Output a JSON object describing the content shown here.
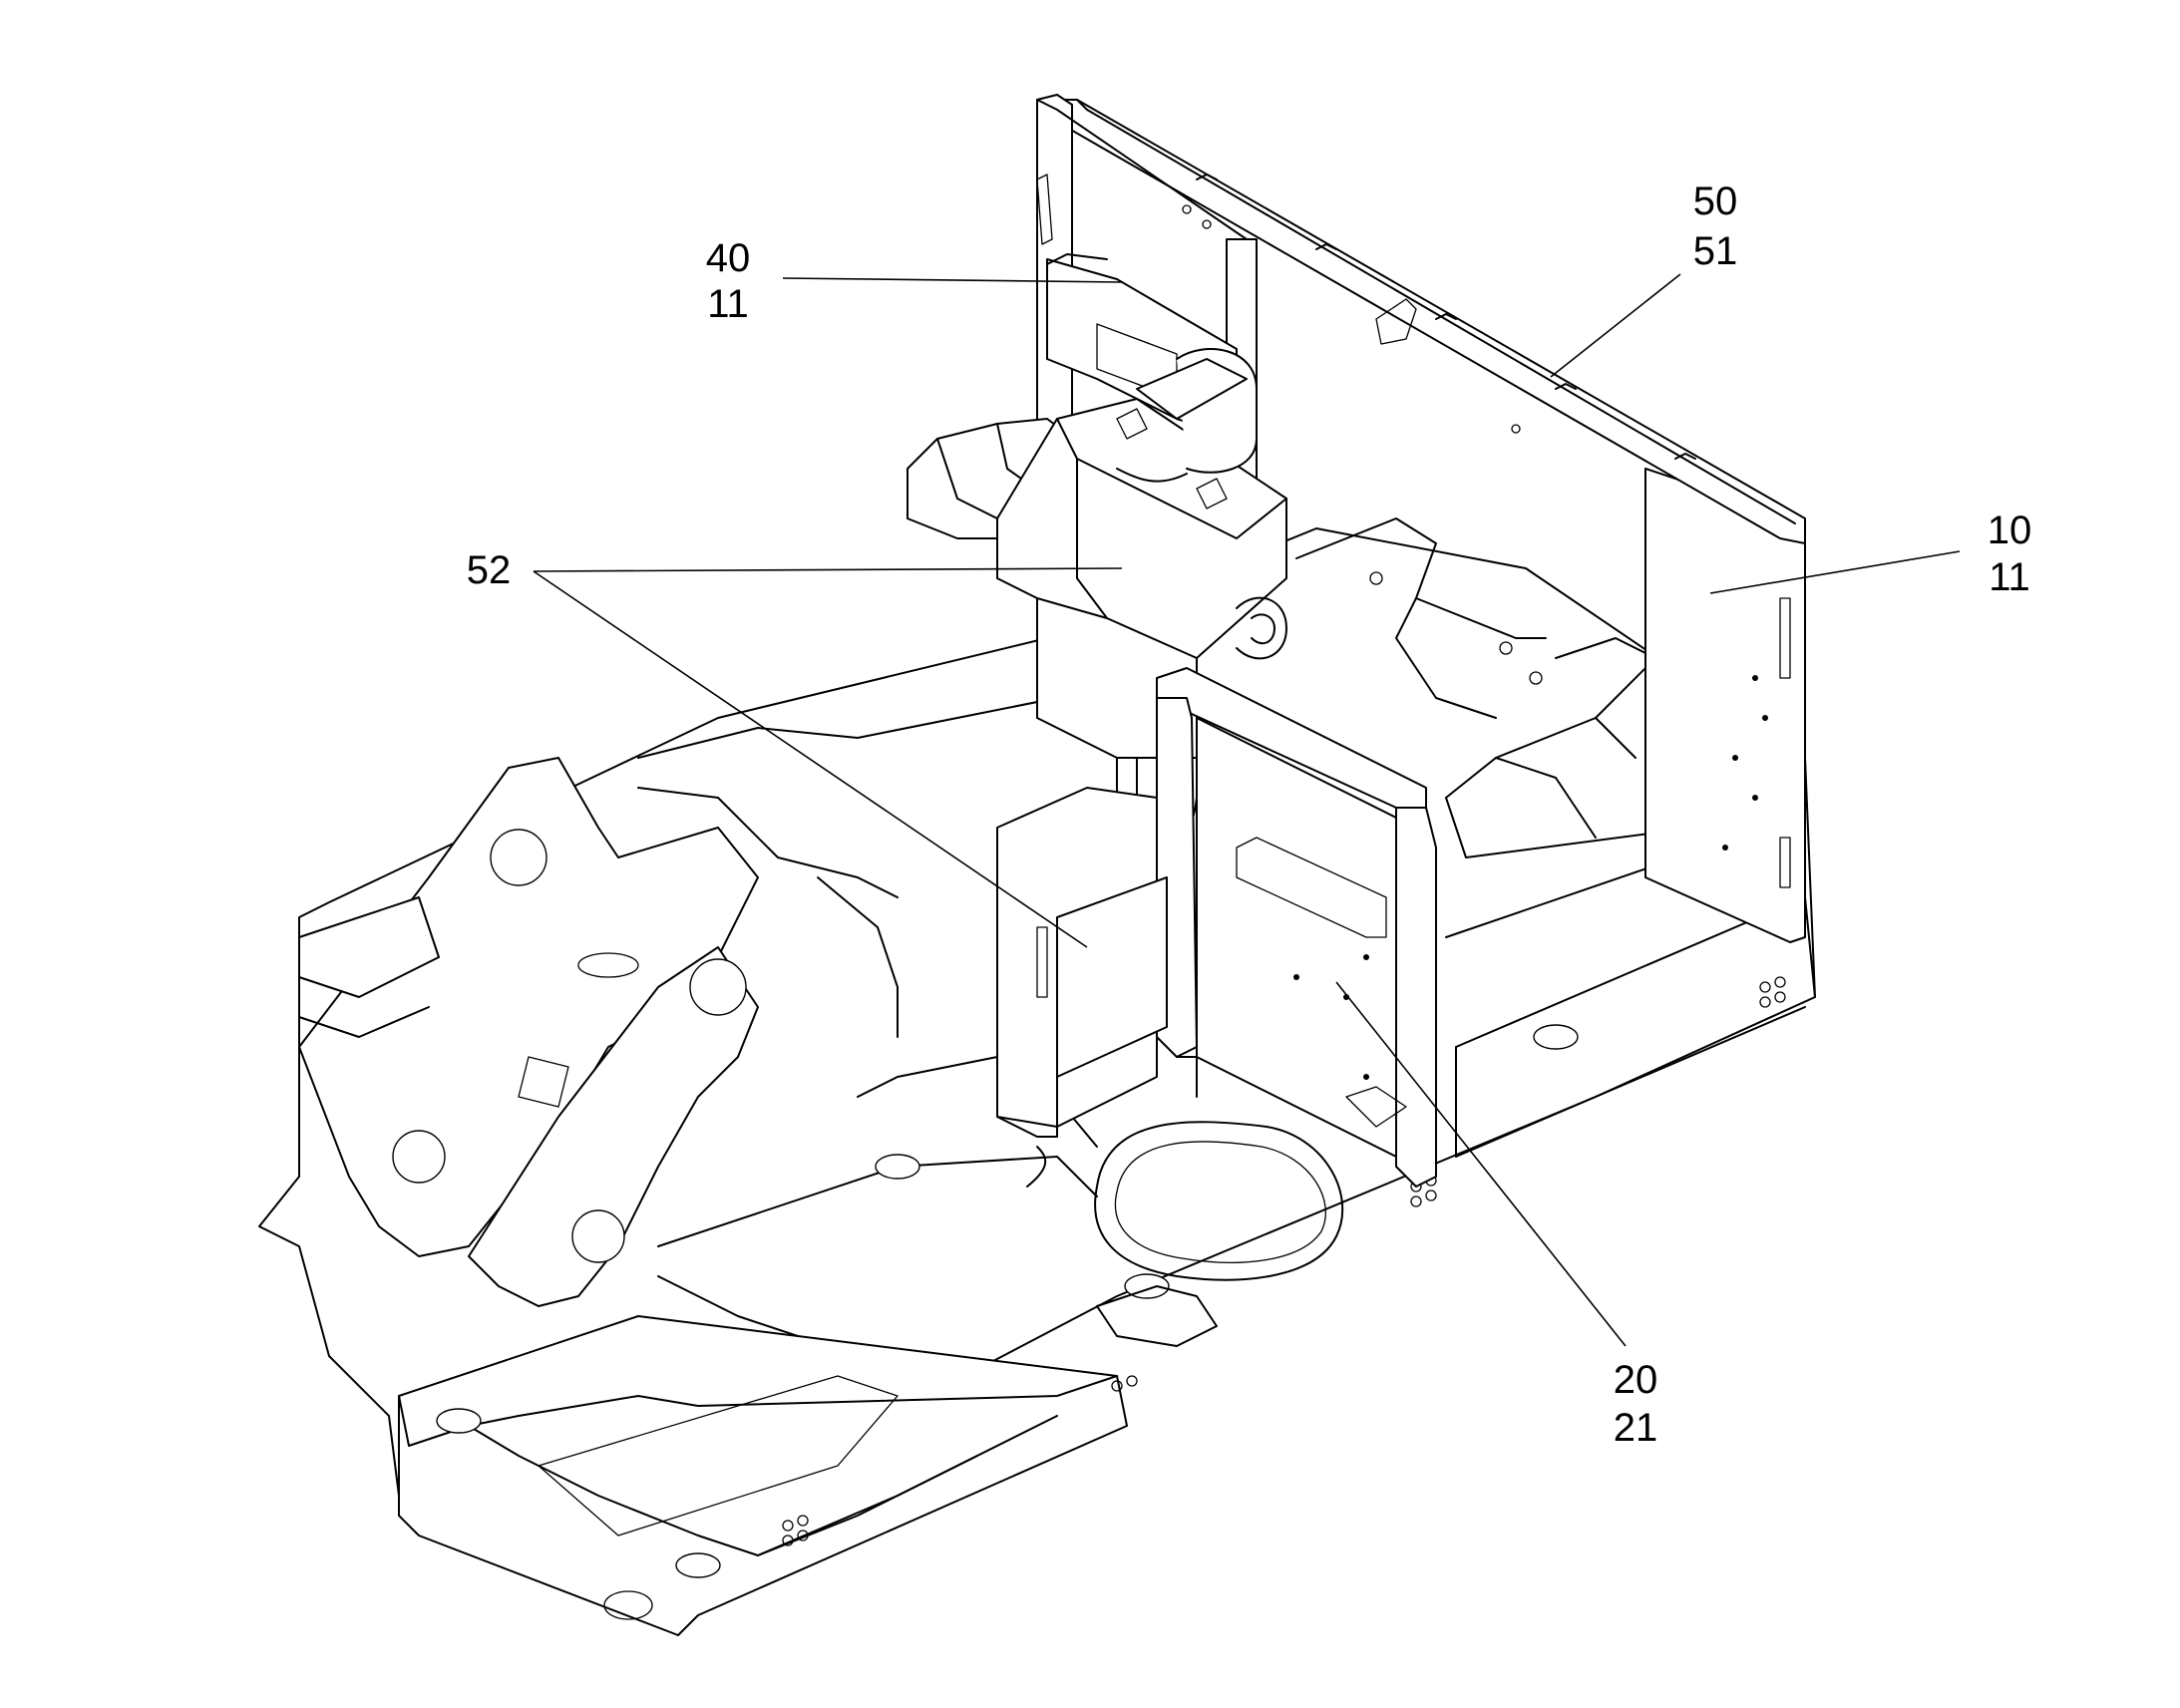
{
  "callouts": [
    {
      "id": "c40",
      "lines": [
        "40",
        "11"
      ]
    },
    {
      "id": "c50",
      "lines": [
        "50",
        "51"
      ]
    },
    {
      "id": "c52",
      "lines": [
        "52"
      ]
    },
    {
      "id": "c10",
      "lines": [
        "10",
        "11"
      ]
    },
    {
      "id": "c20",
      "lines": [
        "20",
        "21"
      ]
    }
  ]
}
